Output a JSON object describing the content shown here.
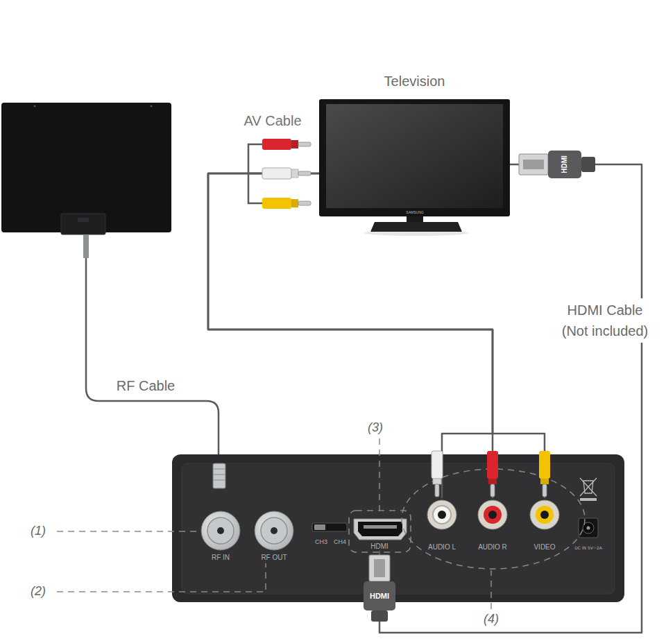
{
  "diagram": {
    "nodes": [
      {
        "text": [
          "Television"
        ]
      },
      {
        "text": [
          "RF IN"
        ]
      },
      {
        "text": [
          "RF OUT"
        ]
      },
      {
        "text": [
          "HDMI"
        ]
      },
      {
        "text": [
          "AUDIO L"
        ]
      },
      {
        "text": [
          "AUDIO R"
        ]
      },
      {
        "text": [
          "VIDEO"
        ]
      }
    ],
    "edges": [
      {
        "from": 0,
        "to": 4,
        "arrow": "none"
      },
      {
        "from": 0,
        "to": 5,
        "arrow": "none"
      },
      {
        "from": 0,
        "to": 6,
        "arrow": "none"
      },
      {
        "from": 0,
        "to": 3,
        "arrow": "none"
      }
    ],
    "labels": [
      "AV Cable",
      "HDMI",
      "SAMSUNG",
      "HDMI Cable (Not included)",
      "RF Cable",
      "(3)",
      "(1)",
      "CH3",
      "CH4",
      "DC IN 5V⎓2A",
      "(2)",
      "HDMI",
      "(4)"
    ]
  }
}
